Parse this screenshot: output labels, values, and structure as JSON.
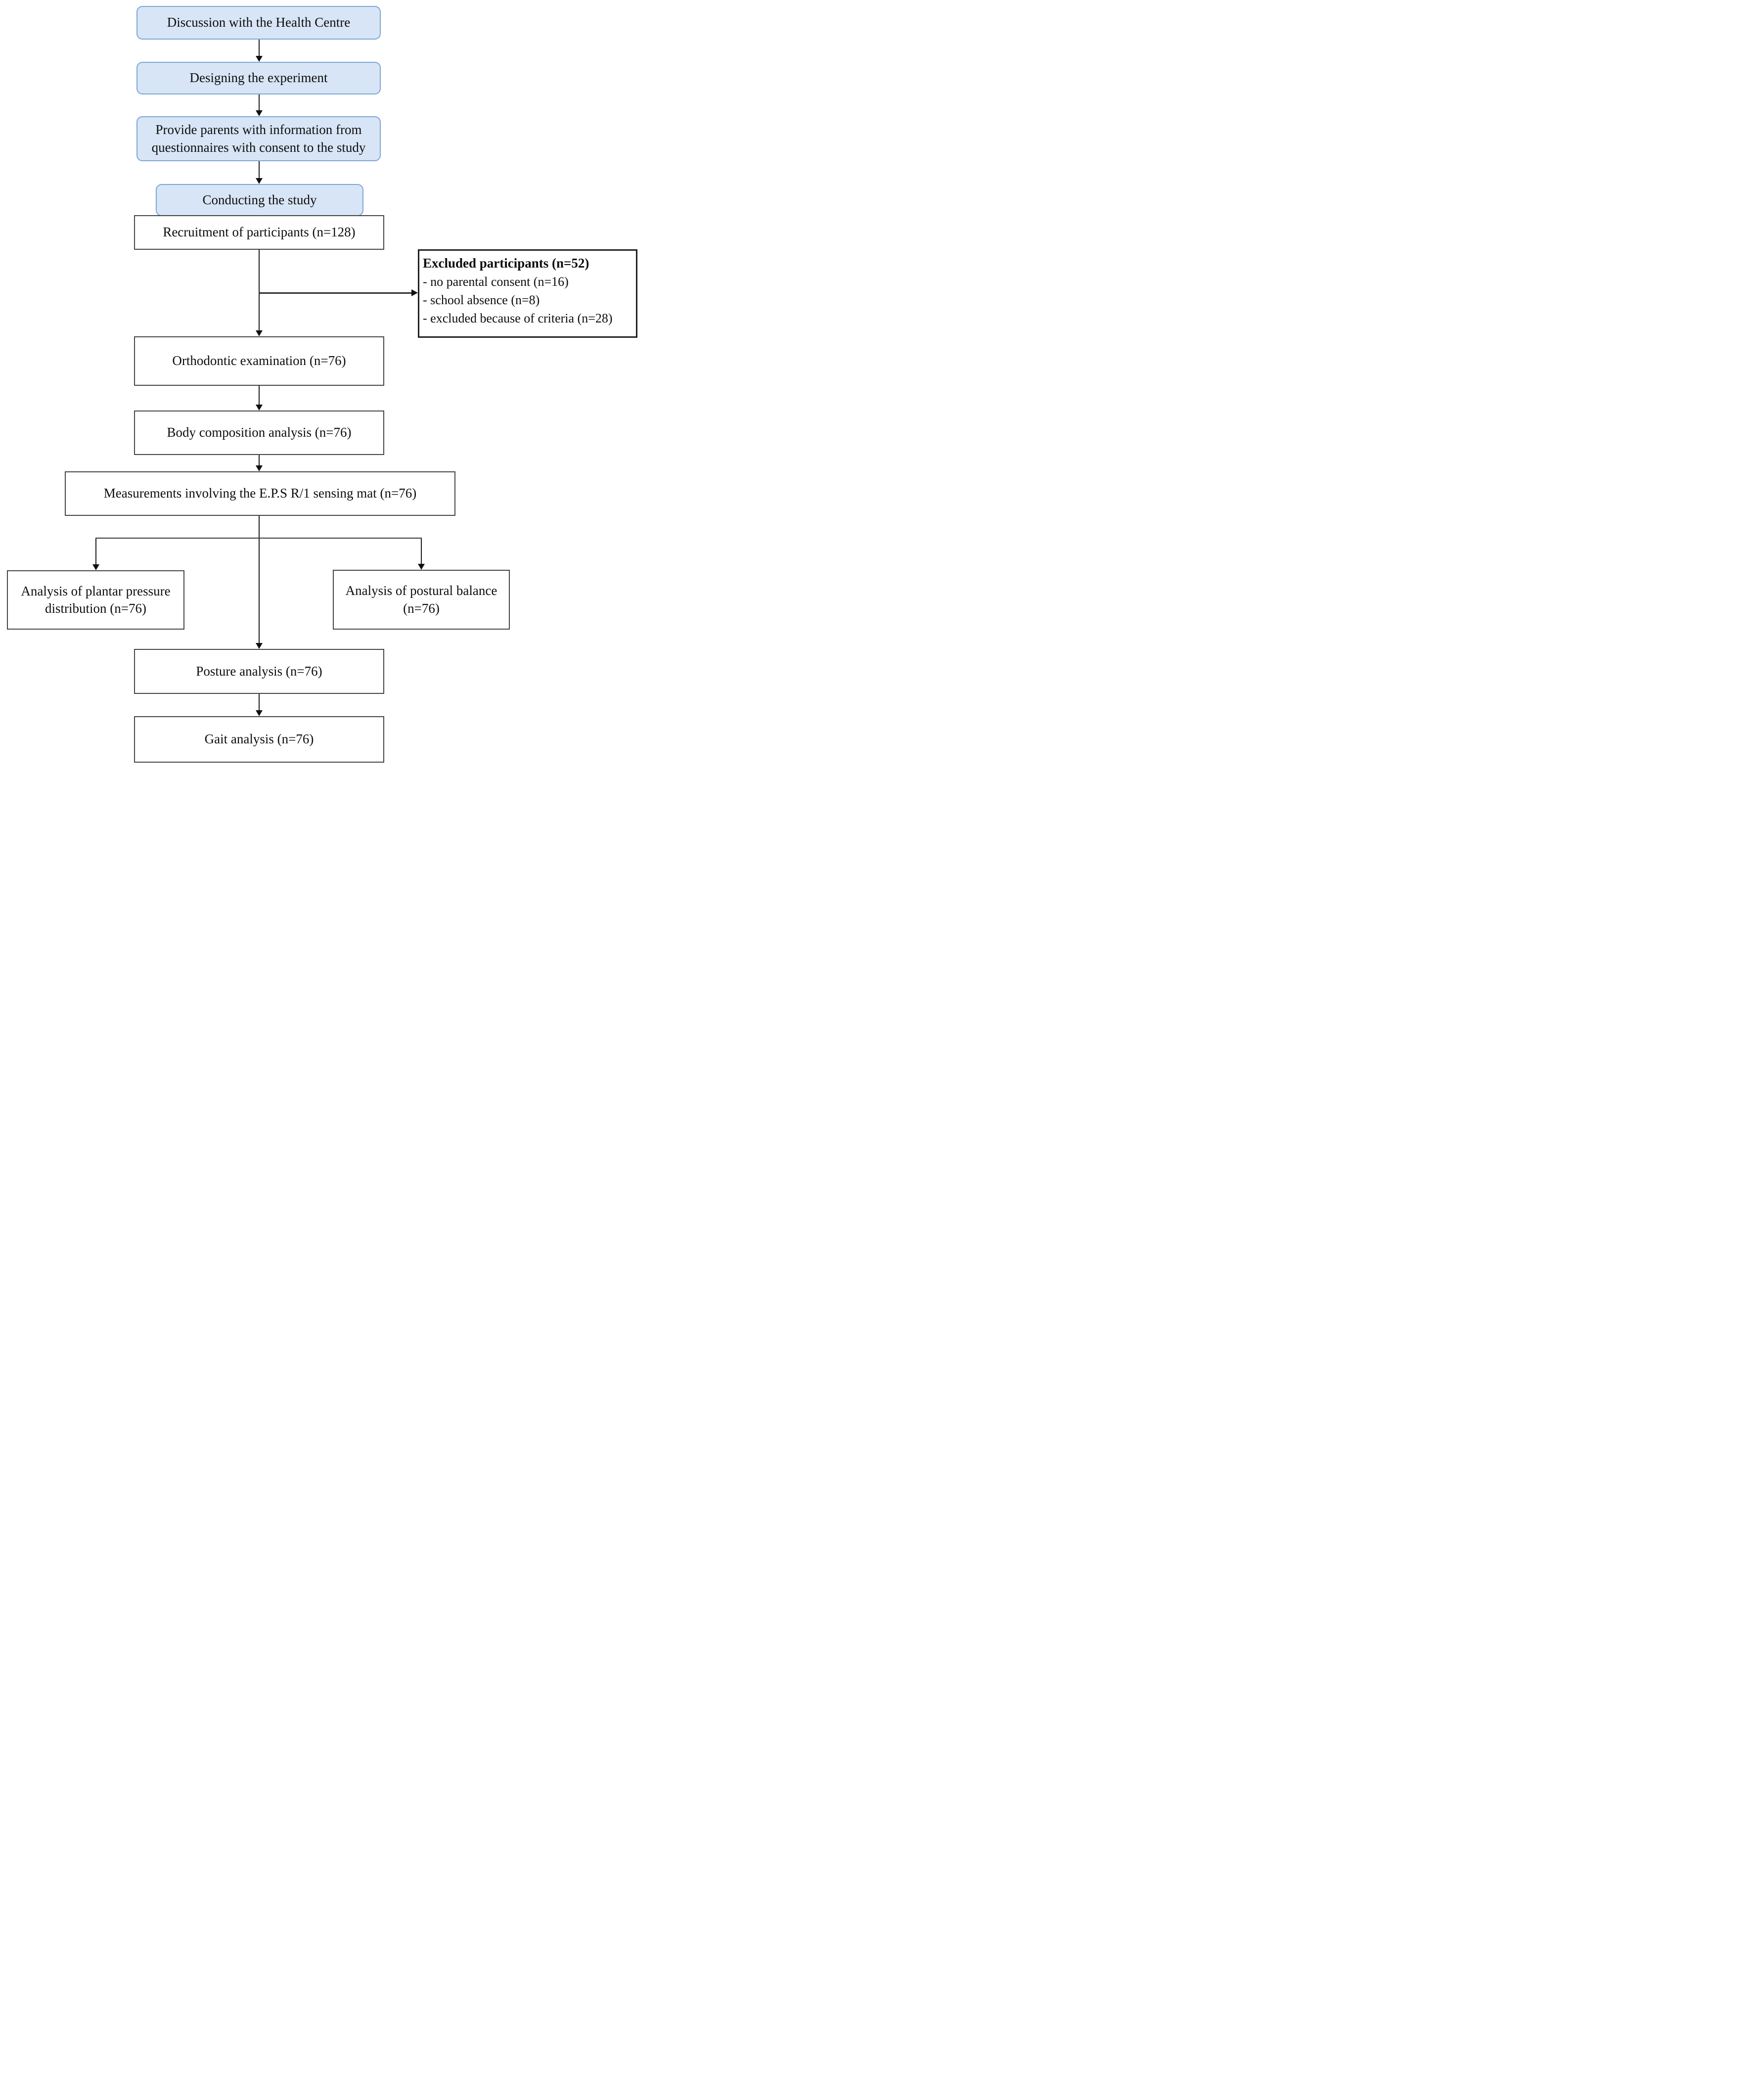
{
  "colors": {
    "start_fill": "#d8e5f6",
    "start_border": "#7ca6d8",
    "process_border": "#454545",
    "excluded_border": "#1f1f1f",
    "line": "#1b1b1b",
    "text": "#0d0d0d",
    "background": "#ffffff"
  },
  "nodes": {
    "discussion": {
      "label": "Discussion with the Health Centre"
    },
    "designing": {
      "label": "Designing the experiment"
    },
    "provide_parents": {
      "label": "Provide parents with information from questionnaires with consent to the study"
    },
    "conducting": {
      "label": "Conducting the study"
    },
    "recruitment": {
      "label": "Recruitment of participants (n=128)"
    },
    "excluded": {
      "title": "Excluded participants (n=52)",
      "items": [
        "- no parental consent (n=16)",
        "- school absence (n=8)",
        "- excluded because of criteria (n=28)"
      ]
    },
    "orthodontic": {
      "label": "Orthodontic examination (n=76)"
    },
    "body_composition": {
      "label": "Body composition analysis (n=76)"
    },
    "measurements": {
      "label": "Measurements involving the E.P.S R/1 sensing mat (n=76)"
    },
    "plantar": {
      "label": "Analysis of plantar pressure distribution (n=76)"
    },
    "postural": {
      "label": "Analysis of postural balance (n=76)"
    },
    "posture": {
      "label": "Posture analysis (n=76)"
    },
    "gait": {
      "label": "Gait analysis (n=76)"
    }
  }
}
